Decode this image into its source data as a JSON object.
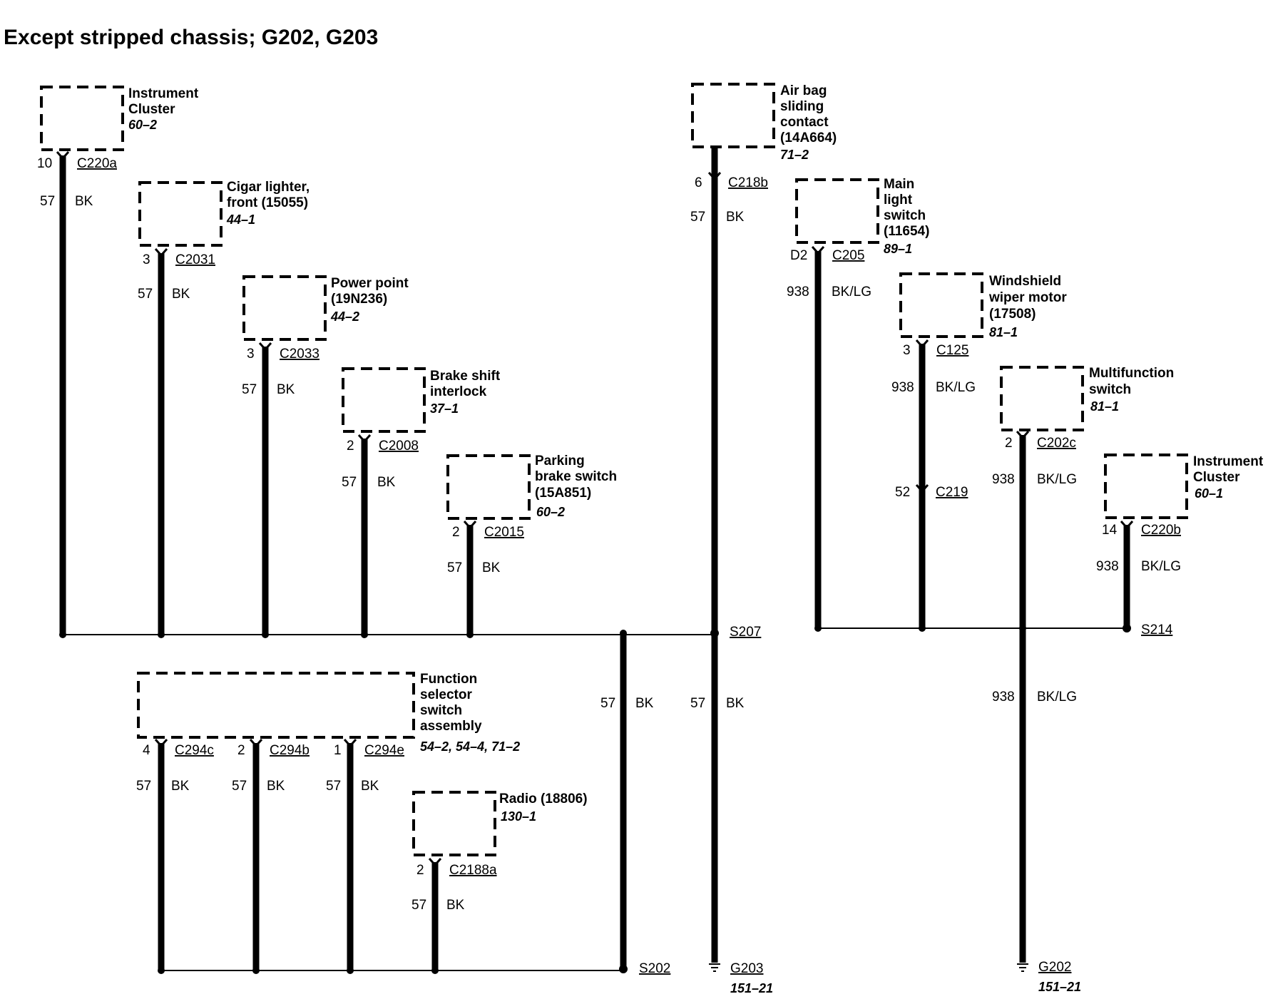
{
  "title": "Except stripped chassis; G202, G203",
  "components": {
    "instrument_cluster_1": {
      "lines": [
        "Instrument",
        "Cluster"
      ],
      "ref": "60–2"
    },
    "cigar_lighter": {
      "lines": [
        "Cigar lighter,",
        "front (15055)"
      ],
      "ref": "44–1"
    },
    "power_point": {
      "lines": [
        "Power point",
        "(19N236)"
      ],
      "ref": "44–2"
    },
    "brake_shift": {
      "lines": [
        "Brake shift",
        "interlock"
      ],
      "ref": "37–1"
    },
    "parking_brake": {
      "lines": [
        "Parking",
        "brake switch",
        "(15A851)"
      ],
      "ref": "60–2"
    },
    "function_selector": {
      "lines": [
        "Function",
        "selector",
        "switch",
        "assembly"
      ],
      "ref": "54–2, 54–4, 71–2"
    },
    "radio": {
      "lines": [
        "Radio (18806)"
      ],
      "ref": "130–1"
    },
    "airbag": {
      "lines": [
        "Air bag",
        "sliding",
        "contact",
        "(14A664)"
      ],
      "ref": "71–2"
    },
    "main_light": {
      "lines": [
        "Main",
        "light",
        "switch",
        "(11654)"
      ],
      "ref": "89–1"
    },
    "wiper_motor": {
      "lines": [
        "Windshield",
        "wiper motor",
        "(17508)"
      ],
      "ref": "81–1"
    },
    "multifunction": {
      "lines": [
        "Multifunction",
        "switch"
      ],
      "ref": "81–1"
    },
    "instrument_cluster_2": {
      "lines": [
        "Instrument",
        "Cluster"
      ],
      "ref": "60–1"
    }
  },
  "connectors": {
    "c220a": {
      "name": "C220a",
      "pin": "10"
    },
    "c2031": {
      "name": "C2031",
      "pin": "3"
    },
    "c2033": {
      "name": "C2033",
      "pin": "3"
    },
    "c2008": {
      "name": "C2008",
      "pin": "2"
    },
    "c2015": {
      "name": "C2015",
      "pin": "2"
    },
    "c294c": {
      "name": "C294c",
      "pin": "4"
    },
    "c294b": {
      "name": "C294b",
      "pin": "2"
    },
    "c294e": {
      "name": "C294e",
      "pin": "1"
    },
    "c2188a": {
      "name": "C2188a",
      "pin": "2"
    },
    "c218b": {
      "name": "C218b",
      "pin": "6"
    },
    "c205": {
      "name": "C205",
      "pin": "D2"
    },
    "c125": {
      "name": "C125",
      "pin": "3"
    },
    "c219": {
      "name": "C219",
      "pin": "52"
    },
    "c202c": {
      "name": "C202c",
      "pin": "2"
    },
    "c220b": {
      "name": "C220b",
      "pin": "14"
    }
  },
  "wires": {
    "bk": {
      "circuit": "57",
      "color": "BK"
    },
    "bklg": {
      "circuit": "938",
      "color": "BK/LG"
    }
  },
  "splices": {
    "s207": "S207",
    "s202": "S202",
    "s214": "S214"
  },
  "grounds": {
    "g203": {
      "name": "G203",
      "ref": "151–21"
    },
    "g202": {
      "name": "G202",
      "ref": "151–21"
    }
  }
}
